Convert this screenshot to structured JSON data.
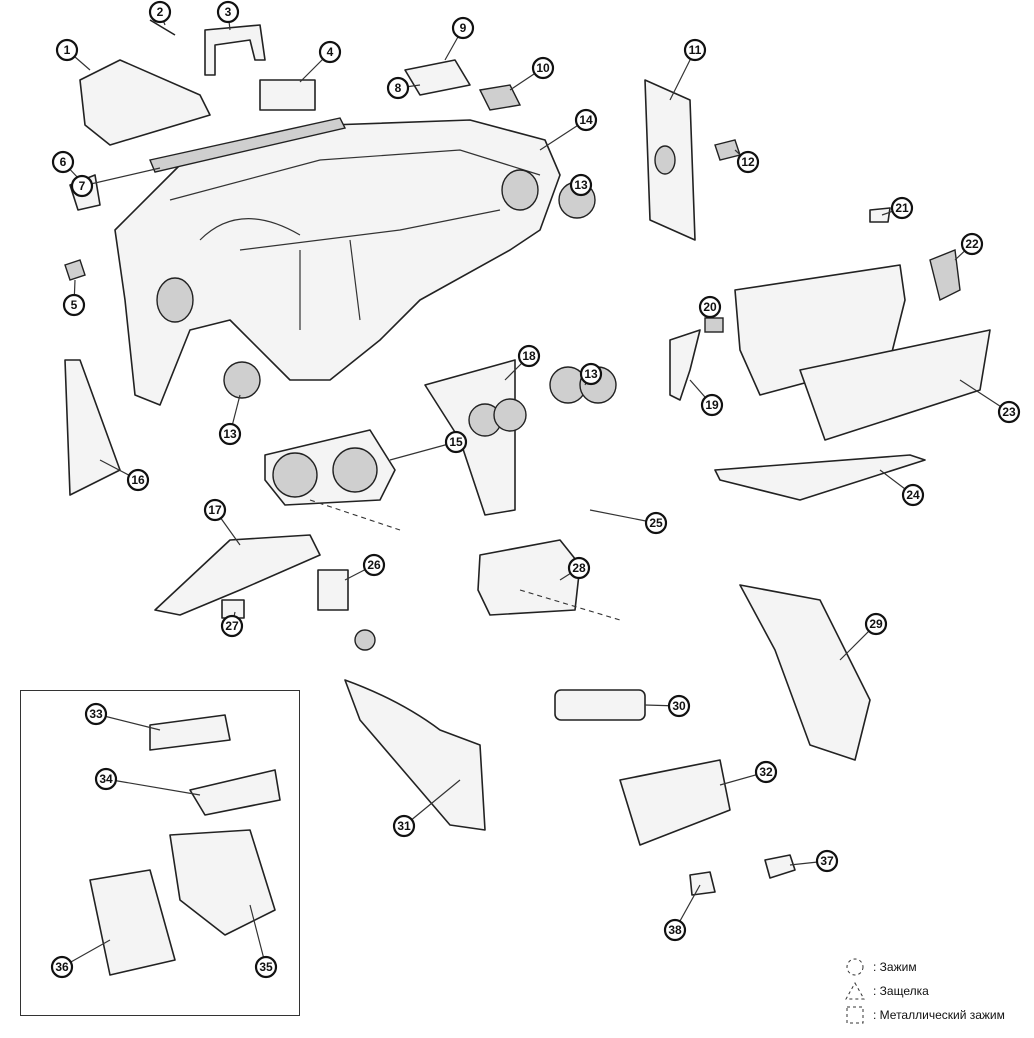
{
  "callouts": [
    "1",
    "2",
    "3",
    "4",
    "5",
    "6",
    "7",
    "8",
    "9",
    "10",
    "11",
    "12",
    "13",
    "13",
    "13",
    "14",
    "15",
    "16",
    "17",
    "18",
    "19",
    "20",
    "21",
    "22",
    "23",
    "24",
    "25",
    "26",
    "27",
    "28",
    "29",
    "30",
    "31",
    "32",
    "33",
    "34",
    "35",
    "36",
    "37",
    "38"
  ],
  "legend": [
    {
      "symbol": "dashed-circle",
      "label": ": Зажим"
    },
    {
      "symbol": "dashed-triangle",
      "label": ": Защелка"
    },
    {
      "symbol": "dashed-square",
      "label": ": Металлический зажим"
    }
  ]
}
